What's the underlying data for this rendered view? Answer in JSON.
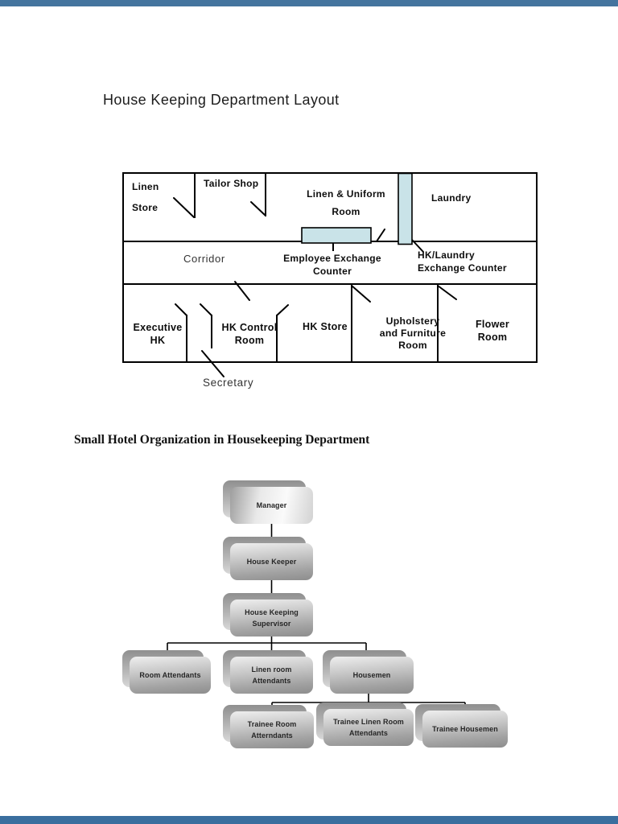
{
  "page": {
    "top_bar_color": "#44749e",
    "bottom_bar_color": "#3a6e9e"
  },
  "floor_plan_title": "House Keeping Department Layout",
  "floor_plan": {
    "counter_fill": "#c9e3e8",
    "labels": {
      "linen_store": [
        "Linen",
        "Store"
      ],
      "tailor_shop": [
        "Tailor Shop"
      ],
      "linen_uniform_room": [
        "Linen & Uniform",
        "Room"
      ],
      "laundry": [
        "Laundry"
      ],
      "corridor": [
        "Corridor"
      ],
      "employee_exchange_counter": [
        "Employee Exchange",
        "Counter"
      ],
      "hk_laundry_exchange_counter": [
        "HK/Laundry",
        "Exchange Counter"
      ],
      "executive_hk": [
        "Executive",
        "HK"
      ],
      "hk_control_room": [
        "HK Control",
        "Room"
      ],
      "hk_store": [
        "HK Store"
      ],
      "upholstery_furniture_room": [
        "Upholstery",
        "and Furniture",
        "Room"
      ],
      "flower_room": [
        "Flower",
        "Room"
      ],
      "secretary": [
        "Secretary"
      ]
    }
  },
  "org_section": {
    "heading": "Small Hotel Organization in Housekeeping Department",
    "nodes": {
      "manager": [
        "Manager"
      ],
      "house_keeper": [
        "House Keeper"
      ],
      "supervisor": [
        "House Keeping",
        "Supervisor"
      ],
      "room_attendants": [
        "Room Attendants"
      ],
      "linen_room_attendants": [
        "Linen room",
        "Attendants"
      ],
      "housemen": [
        "Housemen"
      ],
      "trainee_room_attendants": [
        "Trainee Room",
        "Atterndants"
      ],
      "trainee_linen_room_attendants": [
        "Trainee Linen Room",
        "Attendants"
      ],
      "trainee_housemen": [
        "Trainee Housemen"
      ]
    }
  }
}
